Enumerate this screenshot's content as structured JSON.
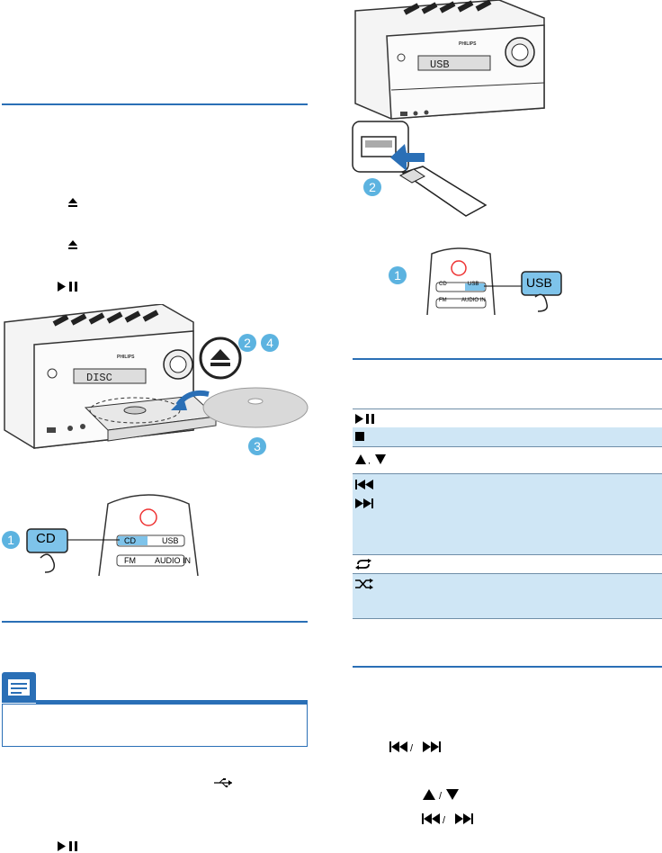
{
  "brand": "PHILIPS",
  "illustration_top": {
    "display_text": "USB",
    "step_2": "2",
    "remote_step_1": "1",
    "callout_label": "USB",
    "remote_btn_cd": "CD",
    "remote_btn_usb": "USB",
    "remote_btn_fm": "FM",
    "remote_btn_audioin": "AUDIO IN"
  },
  "illustration_left": {
    "display_text": "DISC",
    "step_2": "2",
    "step_4": "4",
    "step_3": "3",
    "remote_step_1": "1",
    "callout_label": "CD",
    "remote_btn_cd": "CD",
    "remote_btn_usb": "USB",
    "remote_btn_fm": "FM",
    "remote_btn_audioin": "AUDIO IN"
  },
  "icons": [
    "eject-icon",
    "play-pause-icon",
    "stop-icon",
    "up-icon",
    "down-icon",
    "prev-icon",
    "next-icon",
    "repeat-icon",
    "shuffle-icon",
    "usb-icon",
    "note-icon"
  ],
  "colors": {
    "accent": "#2a6fb6",
    "table_shade": "#cfe6f5",
    "step_bubble": "#5cb3e0",
    "callout": "#7ec3ea"
  }
}
